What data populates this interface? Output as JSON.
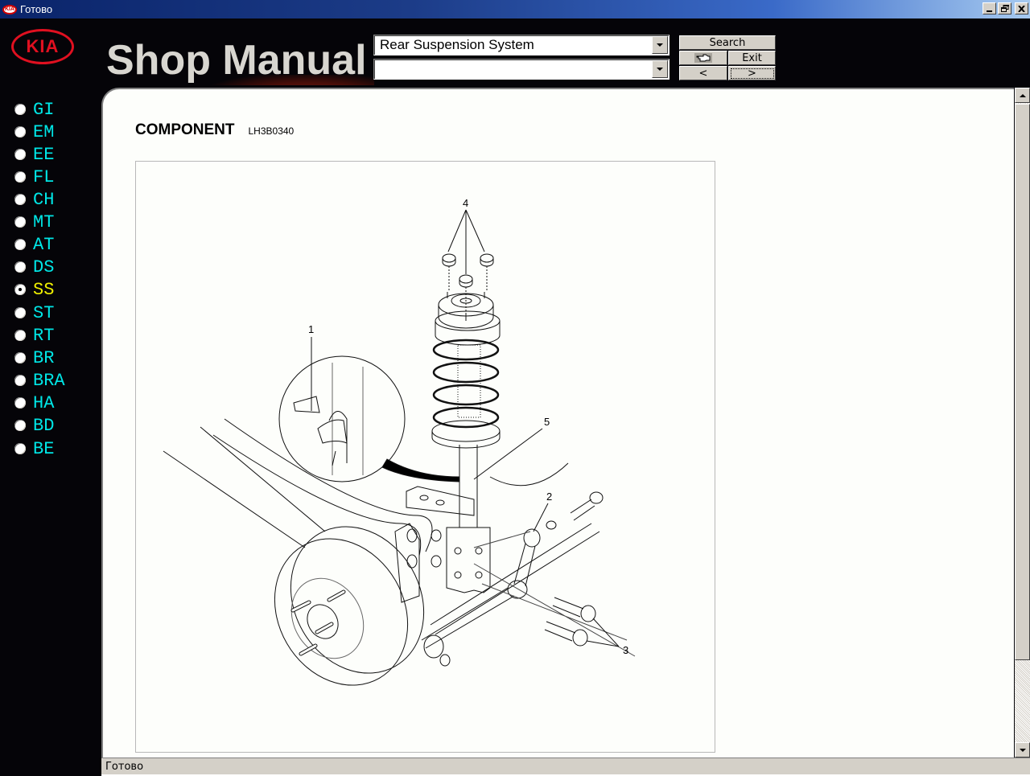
{
  "window": {
    "title": "Готово",
    "controls": [
      "minimize",
      "restore",
      "close"
    ]
  },
  "header": {
    "brand_logo": "KIA",
    "app_title": "Shop Manual",
    "section_select": {
      "value": "Rear Suspension System"
    },
    "subsection_select": {
      "value": ""
    },
    "buttons": {
      "search": "Search",
      "hand": "☜",
      "exit": "Exit",
      "prev": "<",
      "next": ">"
    }
  },
  "sidebar": {
    "selected": "SS",
    "items": [
      {
        "label": "GI",
        "checked": false
      },
      {
        "label": "EM",
        "checked": false
      },
      {
        "label": "EE",
        "checked": false
      },
      {
        "label": "FL",
        "checked": false
      },
      {
        "label": "CH",
        "checked": false
      },
      {
        "label": "MT",
        "checked": false
      },
      {
        "label": "AT",
        "checked": false
      },
      {
        "label": "DS",
        "checked": false
      },
      {
        "label": "SS",
        "checked": true
      },
      {
        "label": "ST",
        "checked": false
      },
      {
        "label": "RT",
        "checked": false
      },
      {
        "label": "BR",
        "checked": false
      },
      {
        "label": "BRA",
        "checked": false
      },
      {
        "label": "HA",
        "checked": false
      },
      {
        "label": "BD",
        "checked": false
      },
      {
        "label": "BE",
        "checked": false
      }
    ]
  },
  "content": {
    "heading": "COMPONENT",
    "code": "LH3B0340",
    "figure": {
      "description": "Rear suspension strut assembly exploded view",
      "callouts": [
        "1",
        "2",
        "3",
        "4",
        "5"
      ]
    }
  },
  "statusbar": {
    "text": "Готово"
  },
  "colors": {
    "nav_text": "#00e6e6",
    "nav_active": "#f0f000",
    "kia_red": "#e01020",
    "titlebar_start": "#0a246a",
    "titlebar_end": "#a6caf0",
    "background": "#050408"
  }
}
